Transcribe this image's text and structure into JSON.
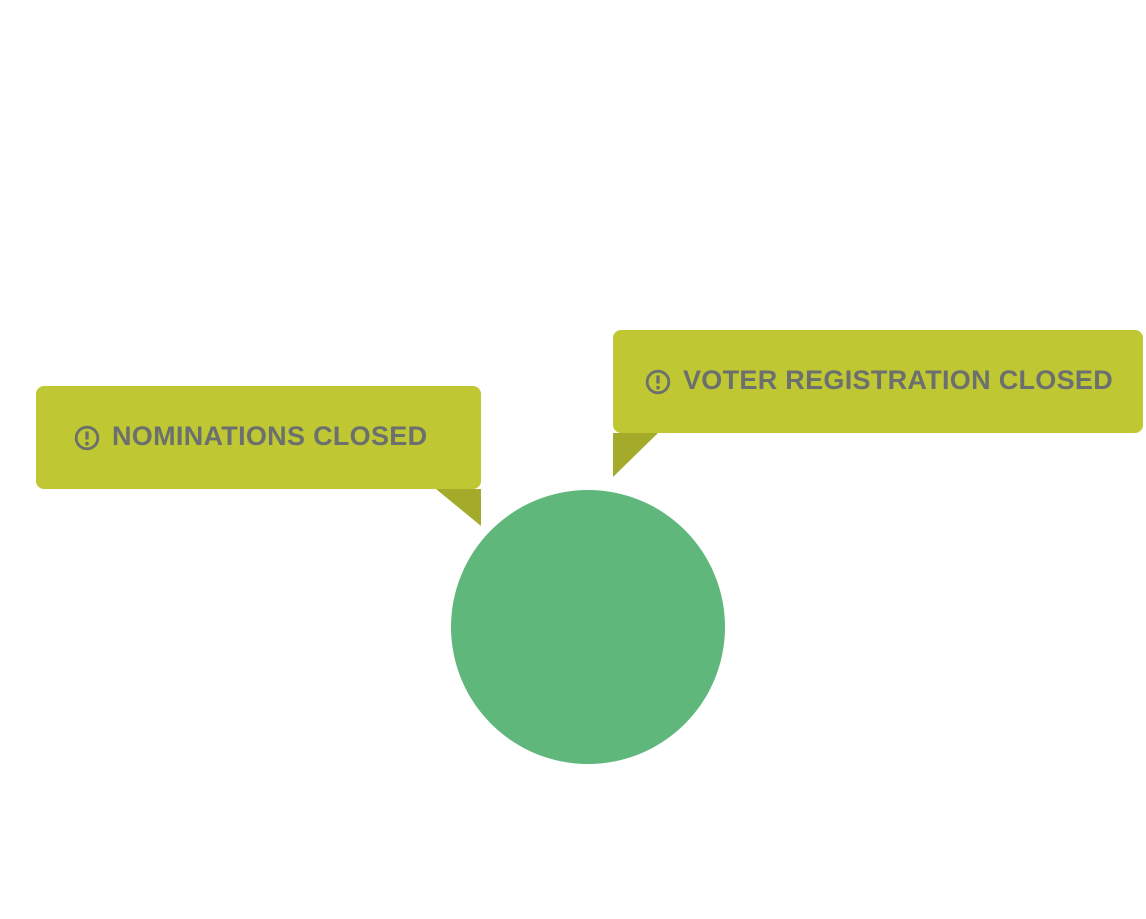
{
  "colors": {
    "background": "#ffffff",
    "bubble_fill": "#bfc833",
    "bubble_tail": "#a4ab2b",
    "label_text": "#6b706f",
    "circle_fill": "#60b77b"
  },
  "callouts": [
    {
      "label": "NOMINATIONS CLOSED",
      "icon": "alert-circle-icon"
    },
    {
      "label": "VOTER REGISTRATION CLOSED",
      "icon": "alert-circle-icon"
    }
  ],
  "figure": {
    "shape": "circle",
    "description": "green-circle-marker"
  }
}
